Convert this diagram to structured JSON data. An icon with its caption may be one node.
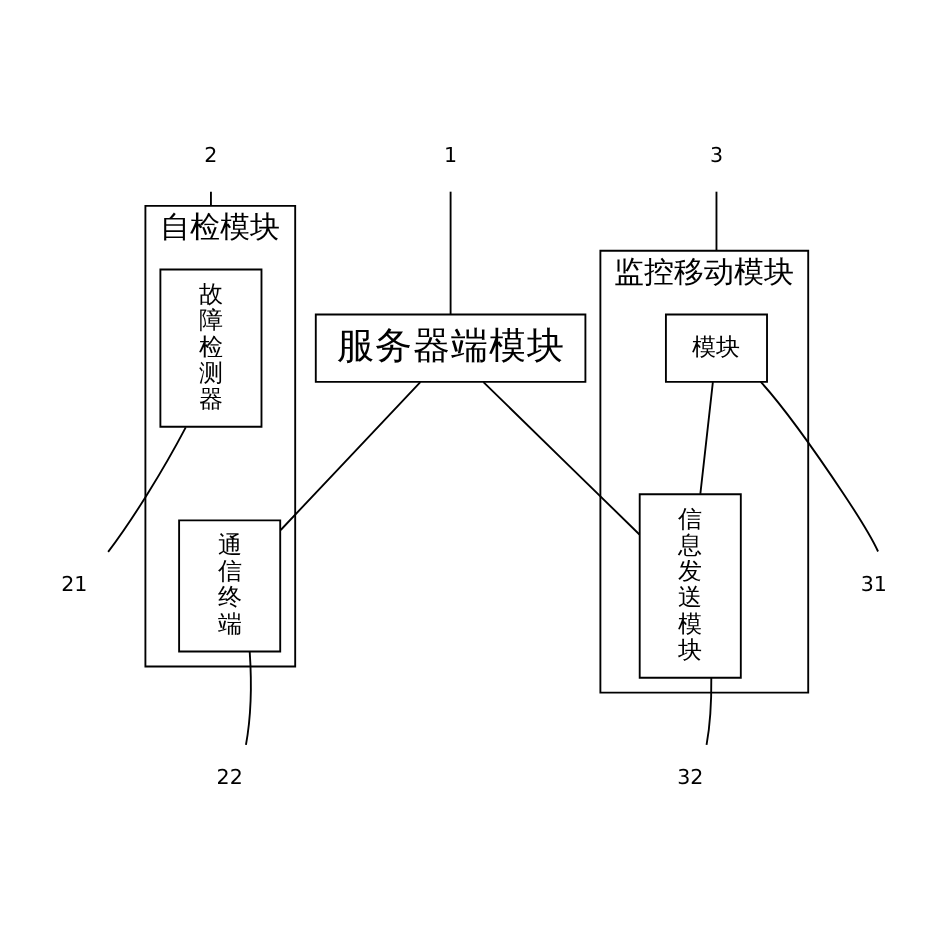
{
  "diagram": {
    "nodes": [
      {
        "text": [
          "服务器端模块"
        ]
      },
      {
        "text": [
          "自检模块"
        ]
      },
      {
        "text": [
          "故障检测器"
        ],
        "in": 1
      },
      {
        "text": [
          "通信终端"
        ],
        "in": 1
      },
      {
        "text": [
          "监控移动模块"
        ]
      },
      {
        "text": [
          "模块"
        ],
        "in": 4
      },
      {
        "text": [
          "信息发送模块"
        ],
        "in": 4
      },
      {
        "text": [
          "1"
        ]
      },
      {
        "text": [
          "2"
        ]
      },
      {
        "text": [
          "21"
        ]
      },
      {
        "text": [
          "22"
        ]
      },
      {
        "text": [
          "3"
        ]
      },
      {
        "text": [
          "31"
        ]
      },
      {
        "text": [
          "32"
        ]
      }
    ],
    "edges": [
      {
        "from": 0,
        "to": 3,
        "arrow": "none"
      },
      {
        "from": 0,
        "to": 6,
        "arrow": "none"
      },
      {
        "from": 5,
        "to": 6,
        "arrow": "none"
      },
      {
        "from": 7,
        "to": 0,
        "arrow": "none"
      },
      {
        "from": 8,
        "to": 1,
        "arrow": "none"
      },
      {
        "from": 9,
        "to": 2,
        "arrow": "none"
      },
      {
        "from": 10,
        "to": 3,
        "arrow": "none"
      },
      {
        "from": 11,
        "to": 4,
        "arrow": "none"
      },
      {
        "from": 12,
        "to": 5,
        "arrow": "none"
      },
      {
        "from": 13,
        "to": 6,
        "arrow": "none"
      }
    ]
  }
}
